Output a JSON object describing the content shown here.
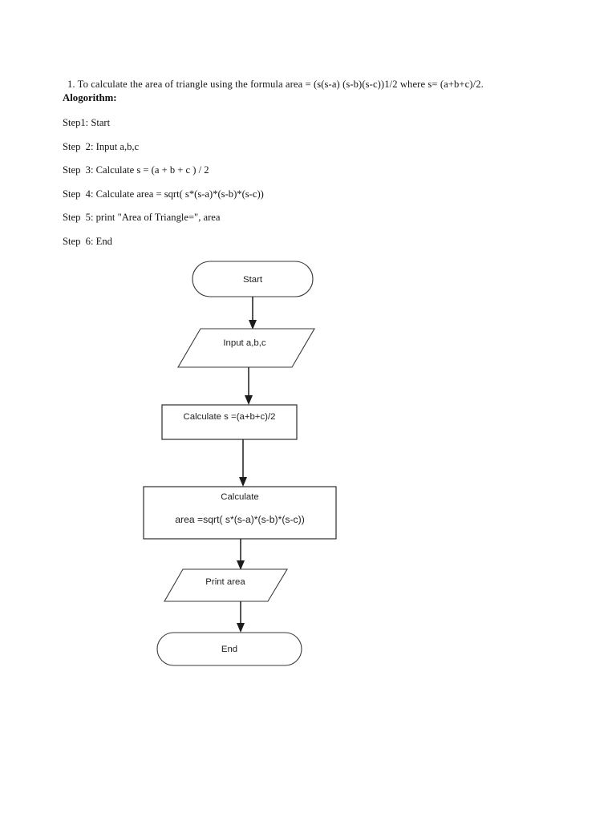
{
  "document": {
    "intro_line": "1. To calculate the area of triangle using the formula area = (s(s-a) (s-b)(s-c))1/2 where s= (a+b+c)/2.",
    "algorithm_heading": "Alogorithm:",
    "steps": [
      "Step1: Start",
      "Step  2: Input a,b,c",
      "Step  3: Calculate s = (a + b + c ) / 2",
      "Step  4: Calculate area = sqrt( s*(s-a)*(s-b)*(s-c))",
      "Step  5: print \"Area of Triangle=\", area",
      "Step  6: End"
    ]
  },
  "flowchart": {
    "nodes": [
      {
        "id": "start",
        "shape": "terminator",
        "label": "Start"
      },
      {
        "id": "input",
        "shape": "parallelogram",
        "label": "Input   a,b,c"
      },
      {
        "id": "calc_s",
        "shape": "process",
        "label": "Calculate s =(a+b+c)/2"
      },
      {
        "id": "calc_area",
        "shape": "process",
        "label_line1": "Calculate",
        "label_line2": "area =sqrt( s*(s-a)*(s-b)*(s-c))"
      },
      {
        "id": "print_area",
        "shape": "parallelogram",
        "label": "Print area"
      },
      {
        "id": "end",
        "shape": "terminator",
        "label": "End"
      }
    ],
    "edges": [
      {
        "from": "start",
        "to": "input"
      },
      {
        "from": "input",
        "to": "calc_s"
      },
      {
        "from": "calc_s",
        "to": "calc_area"
      },
      {
        "from": "calc_area",
        "to": "print_area"
      },
      {
        "from": "print_area",
        "to": "end"
      }
    ],
    "colors": {
      "shape_stroke": "#3a3a3a",
      "connector_stroke": "#1c1c1c",
      "shape_fill": "#ffffff",
      "text": "#1f1f1f"
    }
  }
}
